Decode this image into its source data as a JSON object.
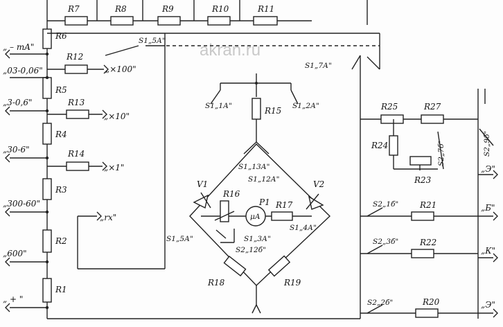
{
  "watermark": "akran.ru",
  "resistors": {
    "R7": "R7",
    "R8": "R8",
    "R9": "R9",
    "R10": "R10",
    "R11": "R11",
    "R6": "R6",
    "R12": "R12",
    "R5": "R5",
    "R13": "R13",
    "R4": "R4",
    "R14": "R14",
    "R3": "R3",
    "R2": "R2",
    "R1": "R1",
    "R15": "R15",
    "R16": "R16",
    "R17": "R17",
    "R18": "R18",
    "R19": "R19",
    "R20": "R20",
    "R21": "R21",
    "R22": "R22",
    "R23": "R23",
    "R24": "R24",
    "R25": "R25",
    "R27": "R27"
  },
  "switches": {
    "s1_5a_top": "S1„5А\"",
    "s1_7a": "S1„7А\"",
    "s1_1a": "S1„1А\"",
    "s1_2a": "S1„2А\"",
    "s1_13a": "S1„13А\"",
    "s1_12a": "S1„12А\"",
    "s1_3a": "S1„3А\"",
    "s2_12b": "S2„12б\"",
    "s1_5a_left": "S1„5А\"",
    "s1_4a": "S1„4А\"",
    "s2_9b": "S2„9б\"",
    "s2_7b": "S2„7б\"",
    "s2_1b": "S2„1б\"",
    "s2_3b": "S2„3б\"",
    "s2_2b": "S2„2б\""
  },
  "ranges": {
    "ma": "„ –  mA\"",
    "r03": "„03-0,06\"",
    "r3": "„3-0,6\"",
    "r30": "„30-6\"",
    "r300": "„300-60\"",
    "r600": "„600\"",
    "plus": "„ + \""
  },
  "multipliers": {
    "x100": "„×100\"",
    "x10": "„×10\"",
    "x1": "„×1\"",
    "rx": "„rx\""
  },
  "outputs": {
    "e1": "„Э\"",
    "b": "„Б\"",
    "k": "„К\"",
    "e2": "„Э\""
  },
  "components": {
    "v1": "V1",
    "v2": "V2",
    "p1": "P1",
    "meter": "μA"
  }
}
